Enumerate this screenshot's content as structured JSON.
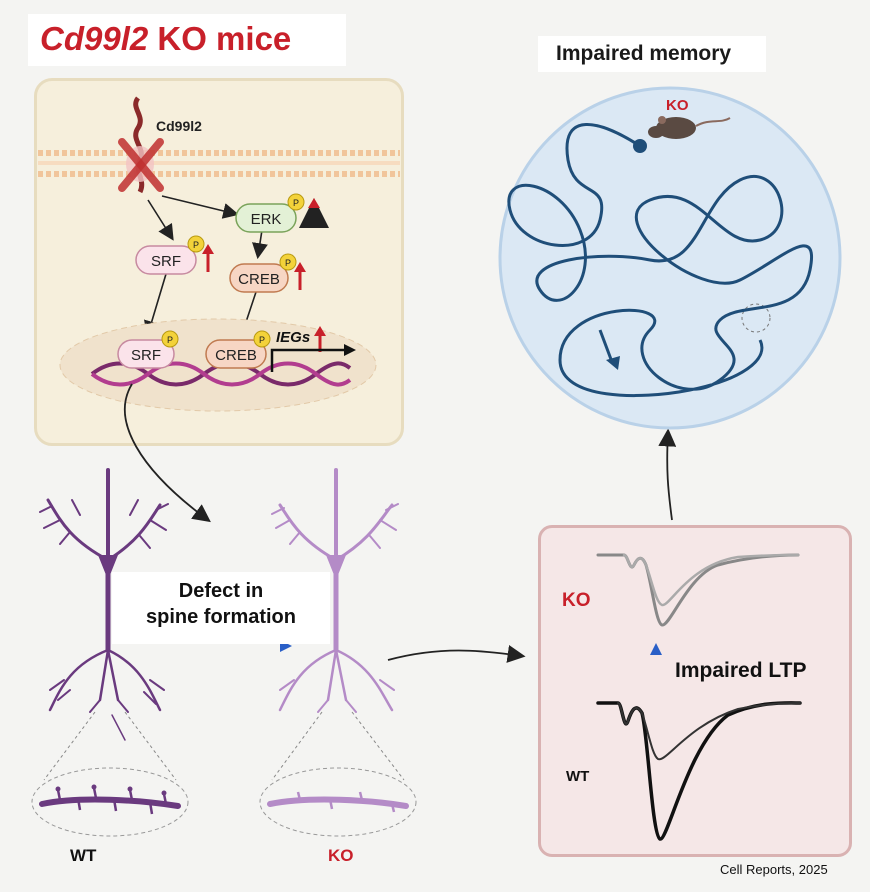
{
  "title": {
    "gene": "Cd99l2",
    "suffix": " KO mice"
  },
  "pathway": {
    "protein_label": "Cd99l2",
    "phospho_mark": "P",
    "nodes": {
      "srf": "SRF",
      "erk": "ERK",
      "creb": "CREB",
      "srf_nucleus": "SRF",
      "creb_nucleus": "CREB"
    },
    "ieg_label": "IEGs"
  },
  "neurons": {
    "spine_label_line1": "Defect in",
    "spine_label_line2": "spine formation",
    "wt_label": "WT",
    "ko_label": "KO"
  },
  "memory": {
    "title": "Impaired memory",
    "ko_label": "KO"
  },
  "ltp": {
    "title": "Impaired LTP",
    "ko_label": "KO",
    "wt_label": "WT"
  },
  "citation": "Cell Reports, 2025",
  "colors": {
    "ko_red": "#c8202a",
    "maze_path": "#1f4e79",
    "maze_fill": "#dbe8f4",
    "neuron_wt": "#6a3a7f",
    "neuron_ko": "#b48bc7"
  }
}
